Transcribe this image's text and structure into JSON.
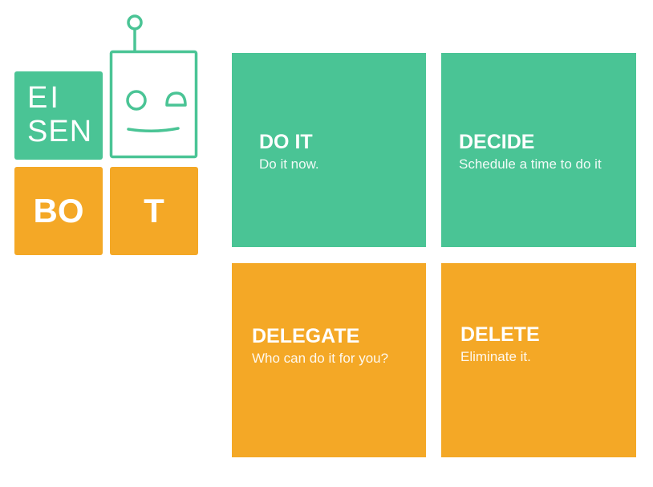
{
  "logo": {
    "line1": "EI",
    "line2": "SEN",
    "tile_bo": "BO",
    "tile_t": "T",
    "colors": {
      "green": "#4ac495",
      "orange": "#f4a826"
    },
    "robot_icon": "robot-head-icon"
  },
  "matrix": {
    "quadrants": [
      {
        "title": "DO IT",
        "subtitle": "Do it now."
      },
      {
        "title": "DECIDE",
        "subtitle": "Schedule a time to do it"
      },
      {
        "title": "DELEGATE",
        "subtitle": "Who can do it for you?"
      },
      {
        "title": "DELETE",
        "subtitle": "Eliminate it."
      }
    ]
  }
}
